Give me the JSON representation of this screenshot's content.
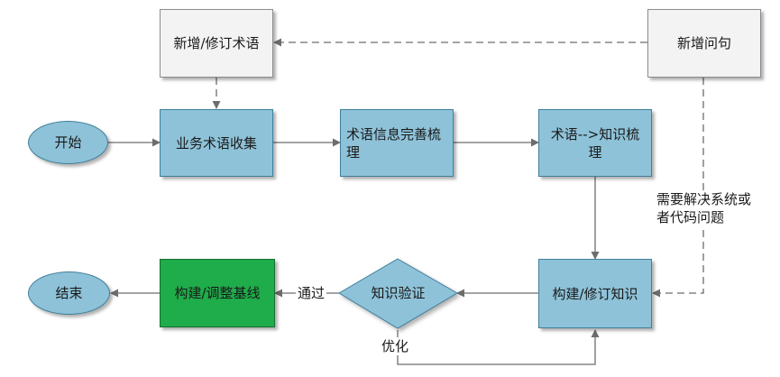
{
  "nodes": {
    "start": "开始",
    "end": "结束",
    "add_term": "新增/修订术语",
    "add_question": "新增问句",
    "collect": "业务术语收集",
    "refine": "术语信息完善梳理",
    "term_to_knowledge": "术语-->知识梳理",
    "build_knowledge": "构建/修订知识",
    "verify": "知识验证",
    "baseline": "构建/调整基线"
  },
  "edge_labels": {
    "pass": "通过",
    "optimize": "优化",
    "need_fix": "需要解决系统或者代码问题"
  },
  "colors": {
    "process_fill": "#8ec2d8",
    "gray_fill": "#f3f3f3",
    "baseline_fill": "#1fac4a",
    "line": "#6d6d6d"
  }
}
